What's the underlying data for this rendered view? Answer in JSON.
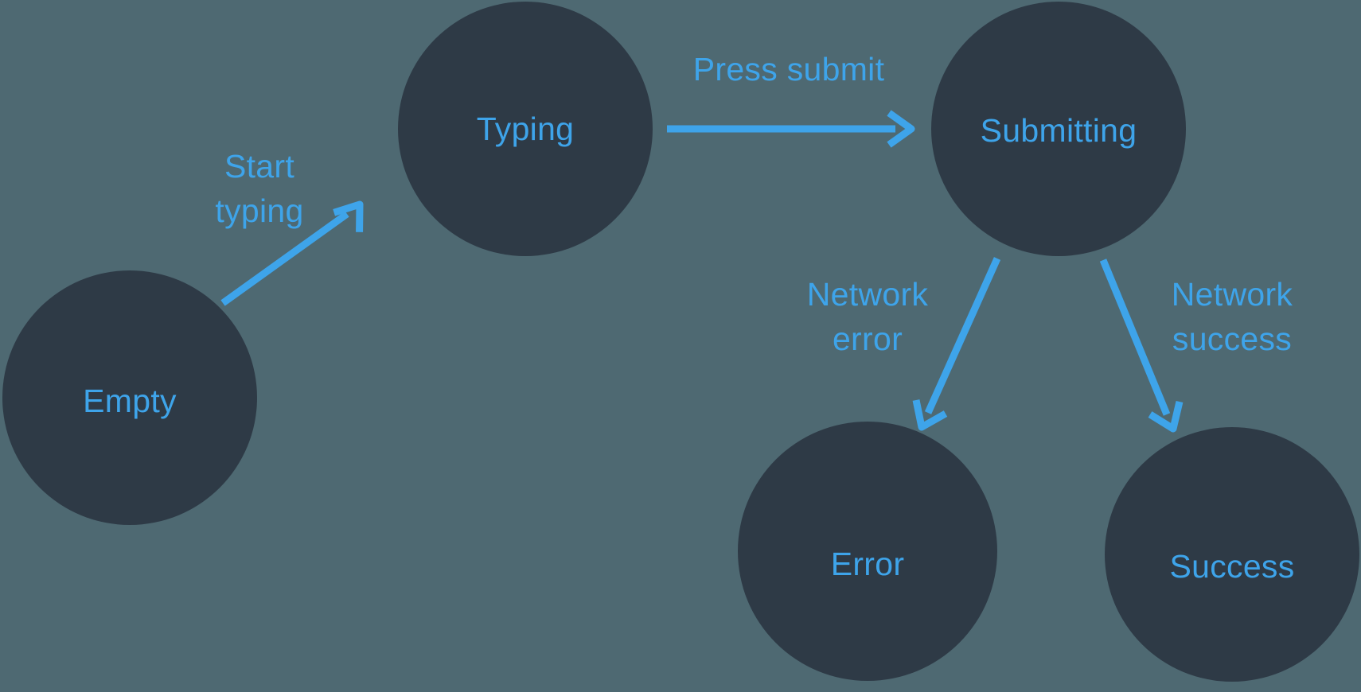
{
  "colors": {
    "background": "#4E6972",
    "node": "#2E3A46",
    "accent": "#3EA4EA"
  },
  "nodes": [
    {
      "id": "empty",
      "label": "Empty"
    },
    {
      "id": "typing",
      "label": "Typing"
    },
    {
      "id": "submitting",
      "label": "Submitting"
    },
    {
      "id": "error",
      "label": "Error"
    },
    {
      "id": "success",
      "label": "Success"
    }
  ],
  "edges": [
    {
      "from": "empty",
      "to": "typing",
      "label": "Start typing"
    },
    {
      "from": "typing",
      "to": "submitting",
      "label": "Press submit"
    },
    {
      "from": "submitting",
      "to": "error",
      "label": "Network error"
    },
    {
      "from": "submitting",
      "to": "success",
      "label": "Network success"
    }
  ]
}
